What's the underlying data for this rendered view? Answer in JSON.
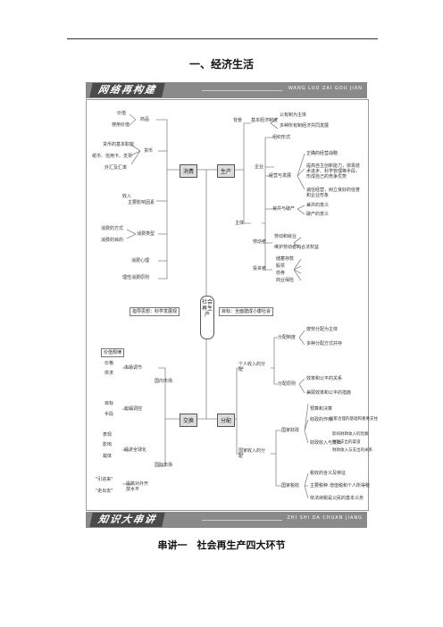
{
  "page": {
    "title": "一、经济生活",
    "banner1": {
      "title": "网络再构建",
      "pinyin": "WANG LUO ZAI GOU JIAN"
    },
    "banner2": {
      "title": "知识大串讲",
      "pinyin": "ZHI SHI DA CHUAN JIANG"
    },
    "footer": "串讲一　社会再生产四大环节"
  },
  "map": {
    "center": "社会再生产",
    "hubs": {
      "consume": "消费",
      "produce": "生产",
      "exchange": "交换",
      "distribute": "分配"
    },
    "guide": "指导思想：科学发展观",
    "goal": "目标：全面建成小康社会",
    "left_top": {
      "goods": "商品",
      "value": "价值",
      "use_value": "使用价值",
      "money": "货币",
      "money_func": "货币的基本职能",
      "coin": "纸币、信用卡、支票",
      "fx": "外汇及汇率",
      "income": "收入",
      "main_factor": "主要影响因素",
      "c_types": "消费类型",
      "c_mode": "消费的方式",
      "c_purpose": "消费的目的",
      "psych": "消费心理",
      "rational": "理性消费原则"
    },
    "right_top": {
      "background": "背景",
      "basic_system": "基本经济制度",
      "public": "公有制为主体",
      "multi": "多种所有制经济共同发展",
      "subject": "主体",
      "enterprise": "企业",
      "org": "组织形式",
      "ops": "经营与发展",
      "strategy": "正确的经营战略",
      "innov": "提高自主创新能力，依靠技术进步、科学管理等手段，形成自己的竞争优势",
      "honest": "诚信经营，树立良好的信誉和企业形象",
      "merge": "兼并与破产",
      "merge_meaning": "兼并的意义",
      "bankrupt": "破产的意义",
      "worker": "劳动者",
      "employ": "劳动和就业",
      "rights": "维护劳动者的合法权益",
      "investor": "投资者",
      "deposit": "储蓄存款",
      "stock": "股票",
      "bond": "债券",
      "insurance": "商业保险"
    },
    "left_bottom": {
      "price_law": "价值规律",
      "price": "价格",
      "supply": "供求",
      "market_reg": "市场调节",
      "domestic": "国内市场",
      "goal": "目标",
      "means": "手段",
      "macro": "宏观调控",
      "show": "表现",
      "influence": "影响",
      "carrier": "载体",
      "global": "经济全球化",
      "intl": "国际市场",
      "bring_in": "\"引进来\"",
      "go_out": "\"走出去\"",
      "open": "提高对外开放水平"
    },
    "right_bottom": {
      "personal": "个人收入的分配",
      "dist_system": "分配制度",
      "labor_main": "按劳分配为主体",
      "multi_dist": "多种分配方式并存",
      "principle": "分配原则",
      "eff_fair": "效率和公平的关系",
      "balance": "兼顾效率和公平的措施",
      "national": "国家收入的分配",
      "finance": "国家财政",
      "budget": "预算和决算",
      "role": "财政的作用",
      "foundation": "国家治理的基础和重要支柱",
      "income_exp": "财政收入与支出",
      "factors": "影响财政收入的因素",
      "channels": "财政支出的渠道",
      "relation": "财政收入与支出的关系",
      "tax": "国家税收",
      "tax_kind": "税收的含义及特征",
      "main_kind": "主要税种",
      "income_tax": "增值税和个人所得税",
      "duty": "依法纳税是公民的基本义务"
    }
  }
}
